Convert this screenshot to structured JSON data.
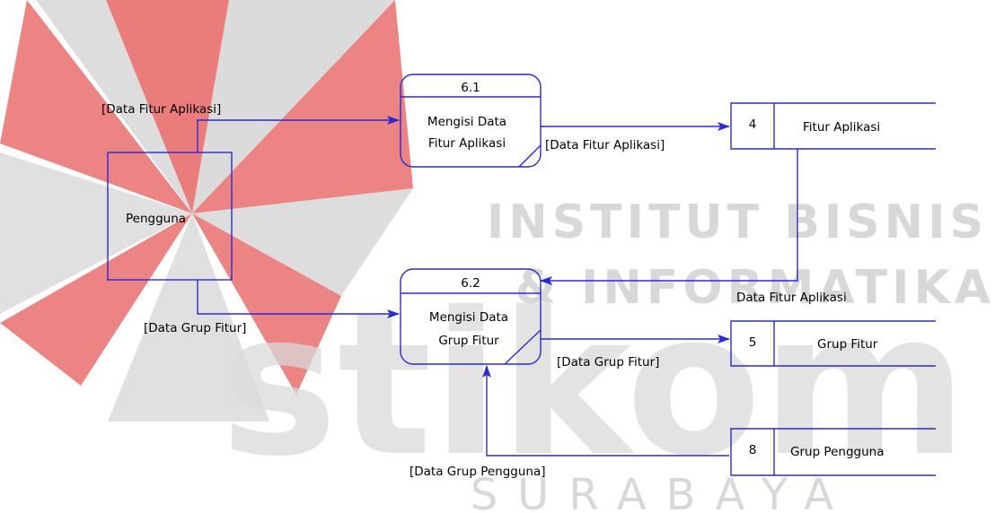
{
  "watermark": {
    "line1": "INSTITUT BISNIS",
    "line2": "& INFORMATIKA",
    "logo": "stikom",
    "line3": "SURABAYA",
    "colors": {
      "red": "#e03c3c",
      "gray": "#c6c6c6",
      "text": "#d4d4d4"
    }
  },
  "colors": {
    "line": "#2a2ad8",
    "text": "#000000",
    "background": "#ffffff"
  },
  "entity": {
    "name": "Pengguna"
  },
  "processes": [
    {
      "id": "6.1",
      "line1": "Mengisi Data",
      "line2": "Fitur Aplikasi"
    },
    {
      "id": "6.2",
      "line1": "Mengisi Data",
      "line2": "Grup Fitur"
    }
  ],
  "stores": [
    {
      "id": "4",
      "name": "Fitur Aplikasi"
    },
    {
      "id": "5",
      "name": "Grup Fitur"
    },
    {
      "id": "8",
      "name": "Grup Pengguna"
    }
  ],
  "flows": {
    "pengguna_to_61": "[Data Fitur Aplikasi]",
    "p61_to_store4": "[Data Fitur Aplikasi]",
    "store4_to_62": "Data Fitur Aplikasi",
    "pengguna_to_62": "[Data Grup Fitur]",
    "p62_to_store5": "[Data Grup Fitur]",
    "store8_to_62": "[Data Grup Pengguna]"
  }
}
